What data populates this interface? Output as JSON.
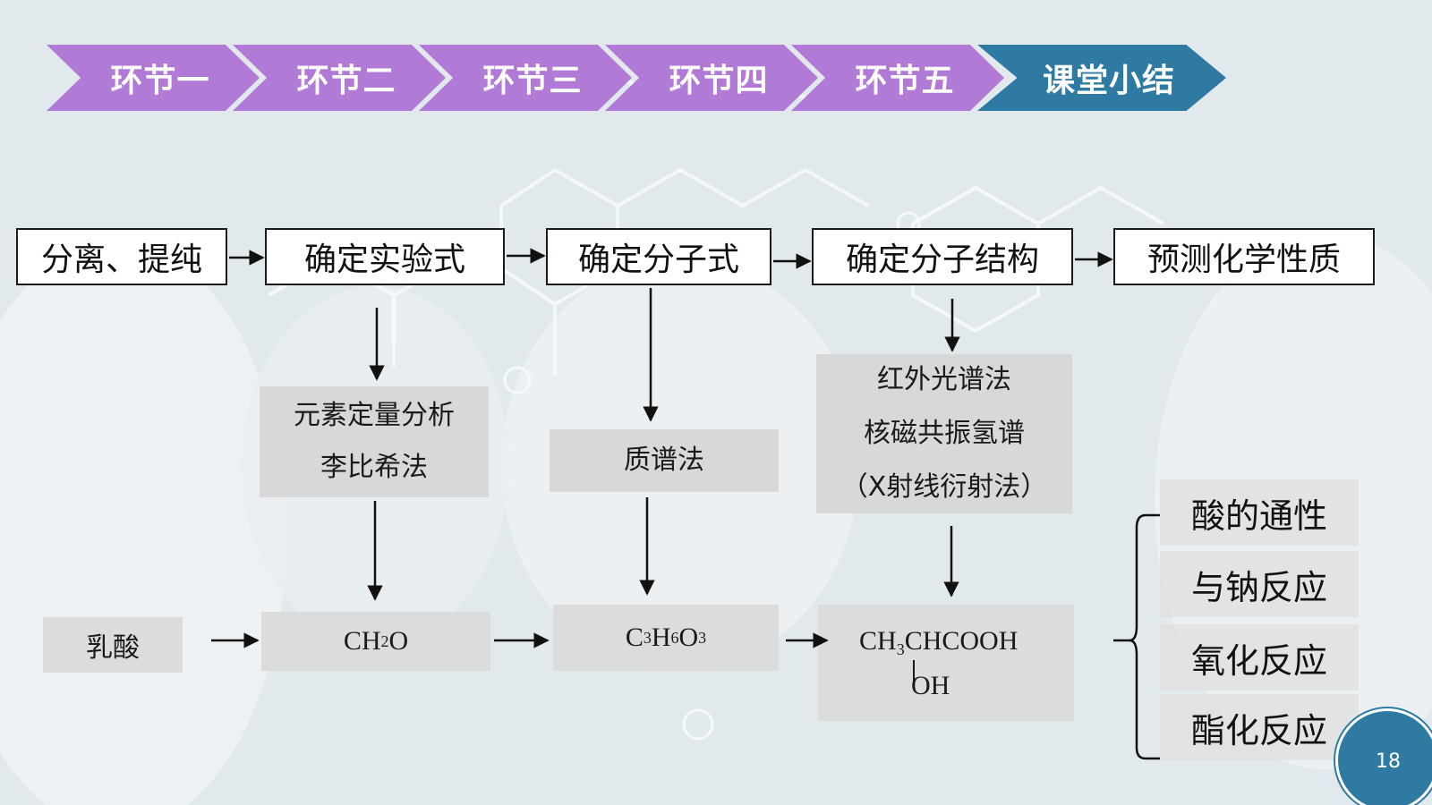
{
  "nav": [
    {
      "label": "环节一"
    },
    {
      "label": "环节二"
    },
    {
      "label": "环节三"
    },
    {
      "label": "环节四"
    },
    {
      "label": "环节五"
    },
    {
      "label": "课堂小结"
    }
  ],
  "steps": [
    {
      "label": "分离、提纯"
    },
    {
      "label": "确定实验式"
    },
    {
      "label": "确定分子式"
    },
    {
      "label": "确定分子结构"
    },
    {
      "label": "预测化学性质"
    }
  ],
  "methods": {
    "empirical": [
      "元素定量分析",
      "李比希法"
    ],
    "molecular": [
      "质谱法"
    ],
    "structural": [
      "红外光谱法",
      "核磁共振氢谱",
      "（X射线衍射法）"
    ]
  },
  "substance": "乳酸",
  "formulas": {
    "empirical": {
      "main": "CH",
      "sub": "2",
      "tail": "O"
    },
    "molecular": {
      "a": "C",
      "a_sub": "3",
      "b": "H",
      "b_sub": "6",
      "c": "O",
      "c_sub": "3"
    },
    "structural": {
      "line1a": "CH",
      "line1_sub": "3",
      "line1b": "CHCOOH",
      "line2": "OH"
    }
  },
  "properties": [
    "酸的通性",
    "与钠反应",
    "氧化反应",
    "酯化反应"
  ],
  "page_number": "18",
  "colors": {
    "nav_purple": "#b07ad6",
    "nav_active": "#2e7aa2"
  }
}
